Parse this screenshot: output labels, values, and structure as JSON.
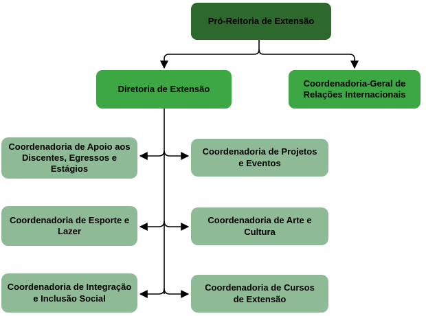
{
  "colors": {
    "background": "#ffffff",
    "level1_fill": "#2d682d",
    "level2_fill": "#3da843",
    "level3_fill": "#8ebb96",
    "connector": "#000000",
    "text": "#000000"
  },
  "nodes": {
    "root": {
      "label": "Pró-Reitoria de Extensão"
    },
    "diretoria": {
      "label": "Diretoria de Extensão"
    },
    "relacoes": {
      "label": "Coordenadoria-Geral de\nRelações Internacionais"
    },
    "apoio": {
      "label": "Coordenadoria de Apoio aos\nDiscentes, Egressos e\nEstágios"
    },
    "projetos": {
      "label": "Coordenadoria de Projetos\ne Eventos"
    },
    "esporte": {
      "label": "Coordenadoria de Esporte e\nLazer"
    },
    "arte": {
      "label": "Coordenadoria de Arte e\nCultura"
    },
    "integracao": {
      "label": "Coordenadoria de Integração\ne Inclusão Social"
    },
    "cursos": {
      "label": "Coordenadoria de Cursos\nde Extensão"
    }
  }
}
